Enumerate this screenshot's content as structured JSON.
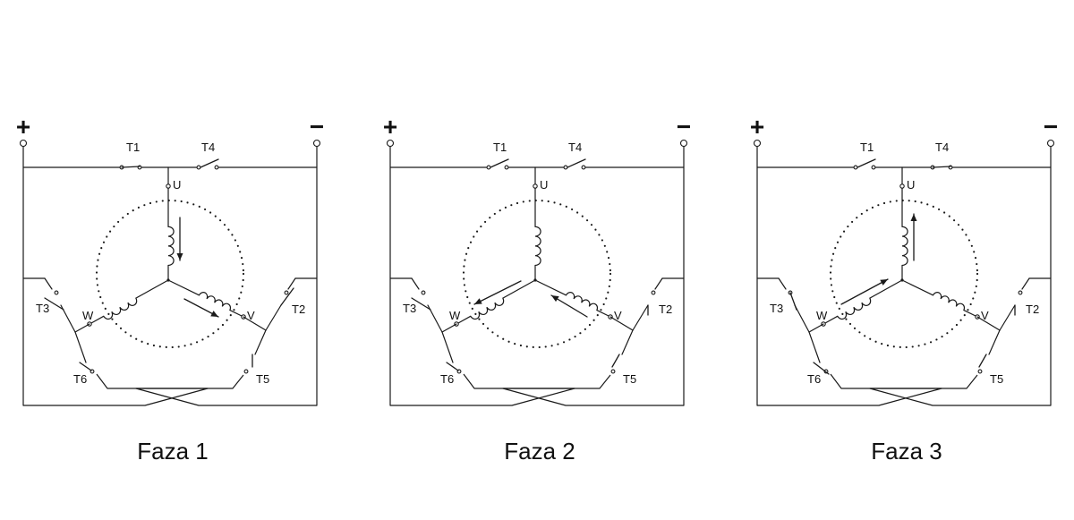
{
  "colors": {
    "ink": "#1a1a1a",
    "background": "#ffffff"
  },
  "diagrams": [
    {
      "title": "Faza 1",
      "plus": "+",
      "minus": "−",
      "switches": {
        "T1": "T1",
        "T2": "T2",
        "T3": "T3",
        "T4": "T4",
        "T5": "T5",
        "T6": "T6"
      },
      "closed": [
        "T1",
        "T5",
        "T6"
      ],
      "terminals": {
        "U": "U",
        "V": "V",
        "W": "W"
      },
      "arrows": [
        "U-down",
        "V-out"
      ]
    },
    {
      "title": "Faza 2",
      "plus": "+",
      "minus": "−",
      "switches": {
        "T1": "T1",
        "T2": "T2",
        "T3": "T3",
        "T4": "T4",
        "T5": "T5",
        "T6": "T6"
      },
      "closed": [
        "T2",
        "T6"
      ],
      "terminals": {
        "U": "U",
        "V": "V",
        "W": "W"
      },
      "arrows": [
        "V-in",
        "W-out"
      ]
    },
    {
      "title": "Faza 3",
      "plus": "+",
      "minus": "−",
      "switches": {
        "T1": "T1",
        "T2": "T2",
        "T3": "T3",
        "T4": "T4",
        "T5": "T5",
        "T6": "T6"
      },
      "closed": [
        "T2",
        "T4",
        "T3"
      ],
      "terminals": {
        "U": "U",
        "V": "V",
        "W": "W"
      },
      "arrows": [
        "U-up",
        "W-in"
      ]
    }
  ]
}
